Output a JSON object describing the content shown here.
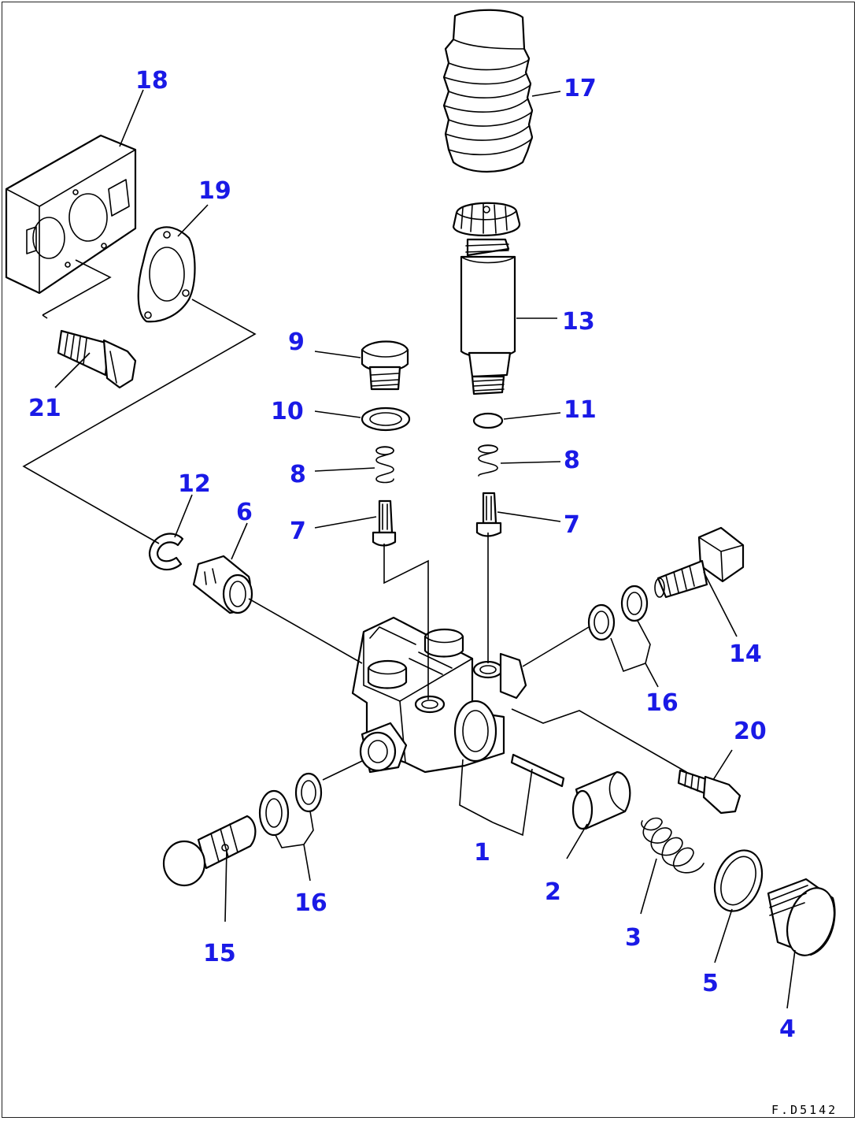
{
  "diagram": {
    "drawing_code": "F.D5142",
    "callouts": [
      {
        "id": "c1",
        "label": "1"
      },
      {
        "id": "c2",
        "label": "2"
      },
      {
        "id": "c3",
        "label": "3"
      },
      {
        "id": "c4",
        "label": "4"
      },
      {
        "id": "c5",
        "label": "5"
      },
      {
        "id": "c6",
        "label": "6"
      },
      {
        "id": "c7a",
        "label": "7"
      },
      {
        "id": "c7b",
        "label": "7"
      },
      {
        "id": "c8a",
        "label": "8"
      },
      {
        "id": "c8b",
        "label": "8"
      },
      {
        "id": "c9",
        "label": "9"
      },
      {
        "id": "c10",
        "label": "10"
      },
      {
        "id": "c11",
        "label": "11"
      },
      {
        "id": "c12",
        "label": "12"
      },
      {
        "id": "c13",
        "label": "13"
      },
      {
        "id": "c14",
        "label": "14"
      },
      {
        "id": "c15",
        "label": "15"
      },
      {
        "id": "c16a",
        "label": "16"
      },
      {
        "id": "c16b",
        "label": "16"
      },
      {
        "id": "c17",
        "label": "17"
      },
      {
        "id": "c18",
        "label": "18"
      },
      {
        "id": "c19",
        "label": "19"
      },
      {
        "id": "c20",
        "label": "20"
      },
      {
        "id": "c21",
        "label": "21"
      }
    ],
    "colors": {
      "callout": "#1a1ae6",
      "line": "#000000",
      "background": "#ffffff"
    }
  }
}
